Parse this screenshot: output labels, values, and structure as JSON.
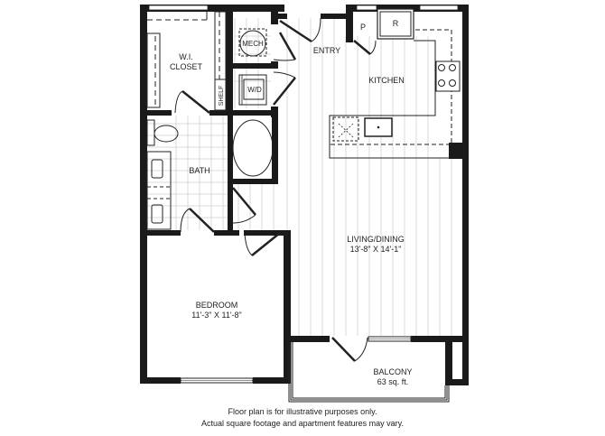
{
  "rooms": {
    "closet": {
      "name_line1": "W.I.",
      "name_line2": "CLOSET"
    },
    "shelf": {
      "name": "SHELF"
    },
    "mech": {
      "name": "MECH"
    },
    "wd": {
      "name": "W/D"
    },
    "entry": {
      "name": "ENTRY"
    },
    "pantry": {
      "name": "P"
    },
    "fridge": {
      "name": "R"
    },
    "kitchen": {
      "name": "KITCHEN"
    },
    "bath": {
      "name": "BATH"
    },
    "living": {
      "name": "LIVING/DINING",
      "dimensions": "13'-8\" X 14'-1\""
    },
    "bedroom": {
      "name": "BEDROOM",
      "dimensions": "11'-3\" X 11'-8\""
    },
    "balcony": {
      "name": "BALCONY",
      "area": "63 sq. ft."
    }
  },
  "disclaimer": {
    "line1": "Floor plan is for illustrative purposes only.",
    "line2": "Actual square footage and apartment features may vary."
  },
  "colors": {
    "wall": "#1a1a1a",
    "floor_line": "#cfcfcf",
    "background": "#ffffff"
  }
}
